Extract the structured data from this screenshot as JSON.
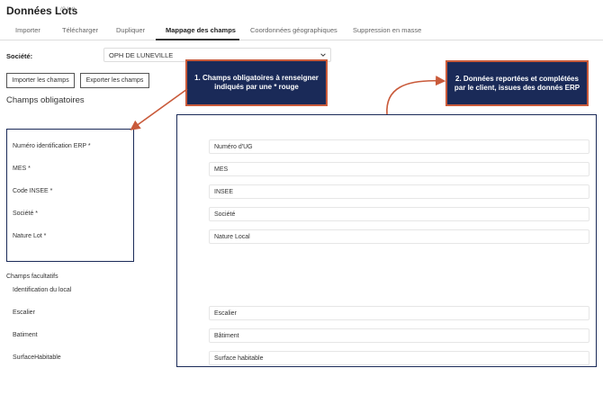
{
  "header": {
    "title": "Données Lots",
    "subtitle": "(0 lot)"
  },
  "tabs": [
    {
      "label": "Importer"
    },
    {
      "label": "Télécharger"
    },
    {
      "label": "Dupliquer"
    },
    {
      "label": "Mappage des champs"
    },
    {
      "label": "Coordonnées géographiques"
    },
    {
      "label": "Suppression en masse"
    }
  ],
  "societe": {
    "label": "Société:",
    "value": "OPH DE LUNEVILLE"
  },
  "buttons": {
    "import": "Importer les champs",
    "export": "Exporter les champs"
  },
  "required": {
    "title": "Champs obligatoires",
    "fields": [
      {
        "label": "Numéro identification ERP *",
        "value": "Numéro d'UG"
      },
      {
        "label": "MES *",
        "value": "MES"
      },
      {
        "label": "Code INSEE *",
        "value": "INSEE"
      },
      {
        "label": "Société *",
        "value": "Société"
      },
      {
        "label": "Nature Lot *",
        "value": "Nature Local"
      }
    ]
  },
  "optional": {
    "title": "Champs facultatifs",
    "fields": [
      {
        "label": "Identification du local",
        "value": ""
      },
      {
        "label": "Escalier",
        "value": "Escalier"
      },
      {
        "label": "Batiment",
        "value": "Bâtiment"
      },
      {
        "label": "SurfaceHabitable",
        "value": "Surface habitable"
      }
    ]
  },
  "callouts": {
    "one": {
      "line1": "1. Champs obligatoires à renseigner",
      "line2": "indiqués par une * rouge"
    },
    "two": {
      "line1": "2. Données reportées et complétées",
      "line2": "par le client, issues des donnés ERP"
    }
  },
  "colors": {
    "callout_bg": "#1a2a58",
    "callout_border": "#c95a3a",
    "arrow": "#c95a3a",
    "frame": "#1a2a58"
  }
}
